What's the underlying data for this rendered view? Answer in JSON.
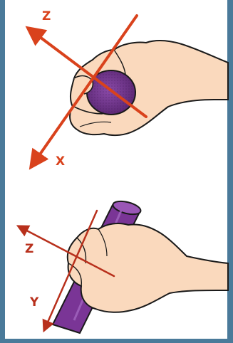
{
  "colors": {
    "background": "#ffffff",
    "frame": "#4a7a9a",
    "skin": "#fad9bd",
    "skin_outline": "#1a1a1a",
    "axis": "#d9421c",
    "axis_dark": "#a42a1c",
    "ball": "#6a2f86",
    "rod": "#7a3596",
    "rod_highlight": "#a266c0"
  },
  "top_panel": {
    "labels": {
      "z": "Z",
      "x": "X"
    }
  },
  "bottom_panel": {
    "labels": {
      "z": "Z",
      "y": "Y"
    }
  }
}
